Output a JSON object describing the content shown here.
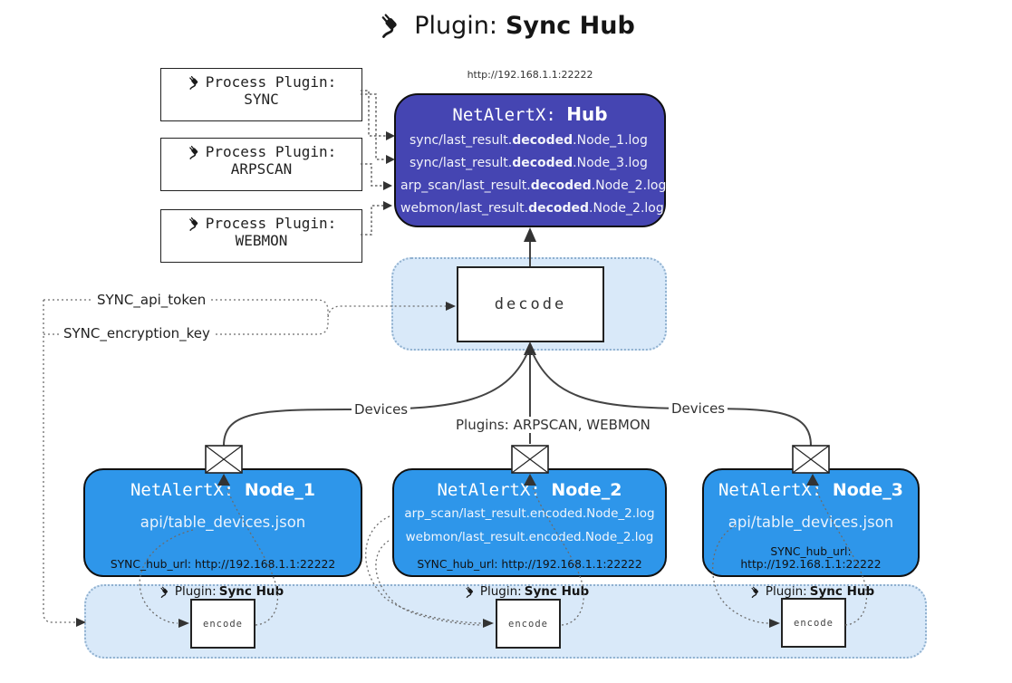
{
  "title": {
    "prefix": "Plugin: ",
    "bold": "Sync Hub"
  },
  "hub": {
    "url": "http://192.168.1.1:22222",
    "name_mono": "NetAlertX: ",
    "name_bold": "Hub",
    "files": [
      {
        "pre": "sync/last_result.",
        "bold": "decoded",
        "post": ".Node_1.log"
      },
      {
        "pre": "sync/last_result.",
        "bold": "decoded",
        "post": ".Node_3.log"
      },
      {
        "pre": "arp_scan/last_result.",
        "bold": "decoded",
        "post": ".Node_2.log"
      },
      {
        "pre": "webmon/last_result.",
        "bold": "decoded",
        "post": ".Node_2.log"
      }
    ]
  },
  "process_plugins": [
    {
      "label": "Process Plugin:",
      "name": "SYNC"
    },
    {
      "label": "Process Plugin:",
      "name": "ARPSCAN"
    },
    {
      "label": "Process Plugin:",
      "name": "WEBMON"
    }
  ],
  "decode_box": {
    "label": "decode"
  },
  "settings": {
    "api_token": "SYNC_api_token",
    "encryption_key": "SYNC_encryption_key"
  },
  "edge_labels": {
    "devices_left": "Devices",
    "plugins_center": "Plugins: ARPSCAN, WEBMON",
    "devices_right": "Devices"
  },
  "nodes": [
    {
      "name_mono": "NetAlertX: ",
      "name_bold": "Node_1",
      "files": [
        "api/table_devices.json"
      ],
      "hub_url": "SYNC_hub_url: http://192.168.1.1:22222"
    },
    {
      "name_mono": "NetAlertX: ",
      "name_bold": "Node_2",
      "files": [
        "arp_scan/last_result.encoded.Node_2.log",
        "webmon/last_result.encoded.Node_2.log"
      ],
      "hub_url": "SYNC_hub_url: http://192.168.1.1:22222"
    },
    {
      "name_mono": "NetAlertX: ",
      "name_bold": "Node_3",
      "files": [
        "api/table_devices.json"
      ],
      "hub_url": "SYNC_hub_url: http://192.168.1.1:22222"
    }
  ],
  "encoders": [
    {
      "plugin_prefix": "Plugin: ",
      "plugin_bold": "Sync Hub",
      "label": "encode"
    },
    {
      "plugin_prefix": "Plugin: ",
      "plugin_bold": "Sync Hub",
      "label": "encode"
    },
    {
      "plugin_prefix": "Plugin: ",
      "plugin_bold": "Sync Hub",
      "label": "encode"
    }
  ],
  "colors": {
    "hub_fill": "#4545b2",
    "node_fill": "#2e96ea",
    "container_fill": "#d9e9f9",
    "container_border": "#8fb0cf",
    "line": "#444444"
  }
}
